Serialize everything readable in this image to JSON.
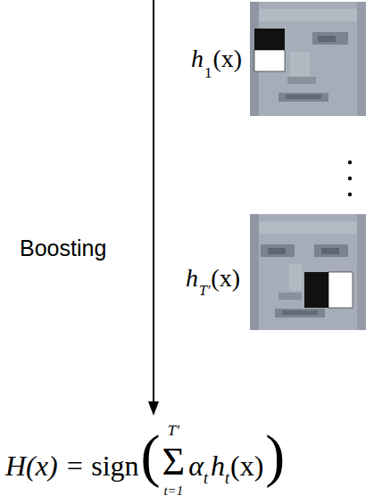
{
  "diagram": {
    "labels": [
      "h",
      "1",
      "(x)",
      "Boosting",
      "h",
      "T'",
      "(x)",
      "H(x) =",
      "sign",
      "(",
      "T'",
      "t=1",
      "Σ",
      "α",
      "t",
      "h",
      "t",
      "(x)",
      ")"
    ]
  }
}
